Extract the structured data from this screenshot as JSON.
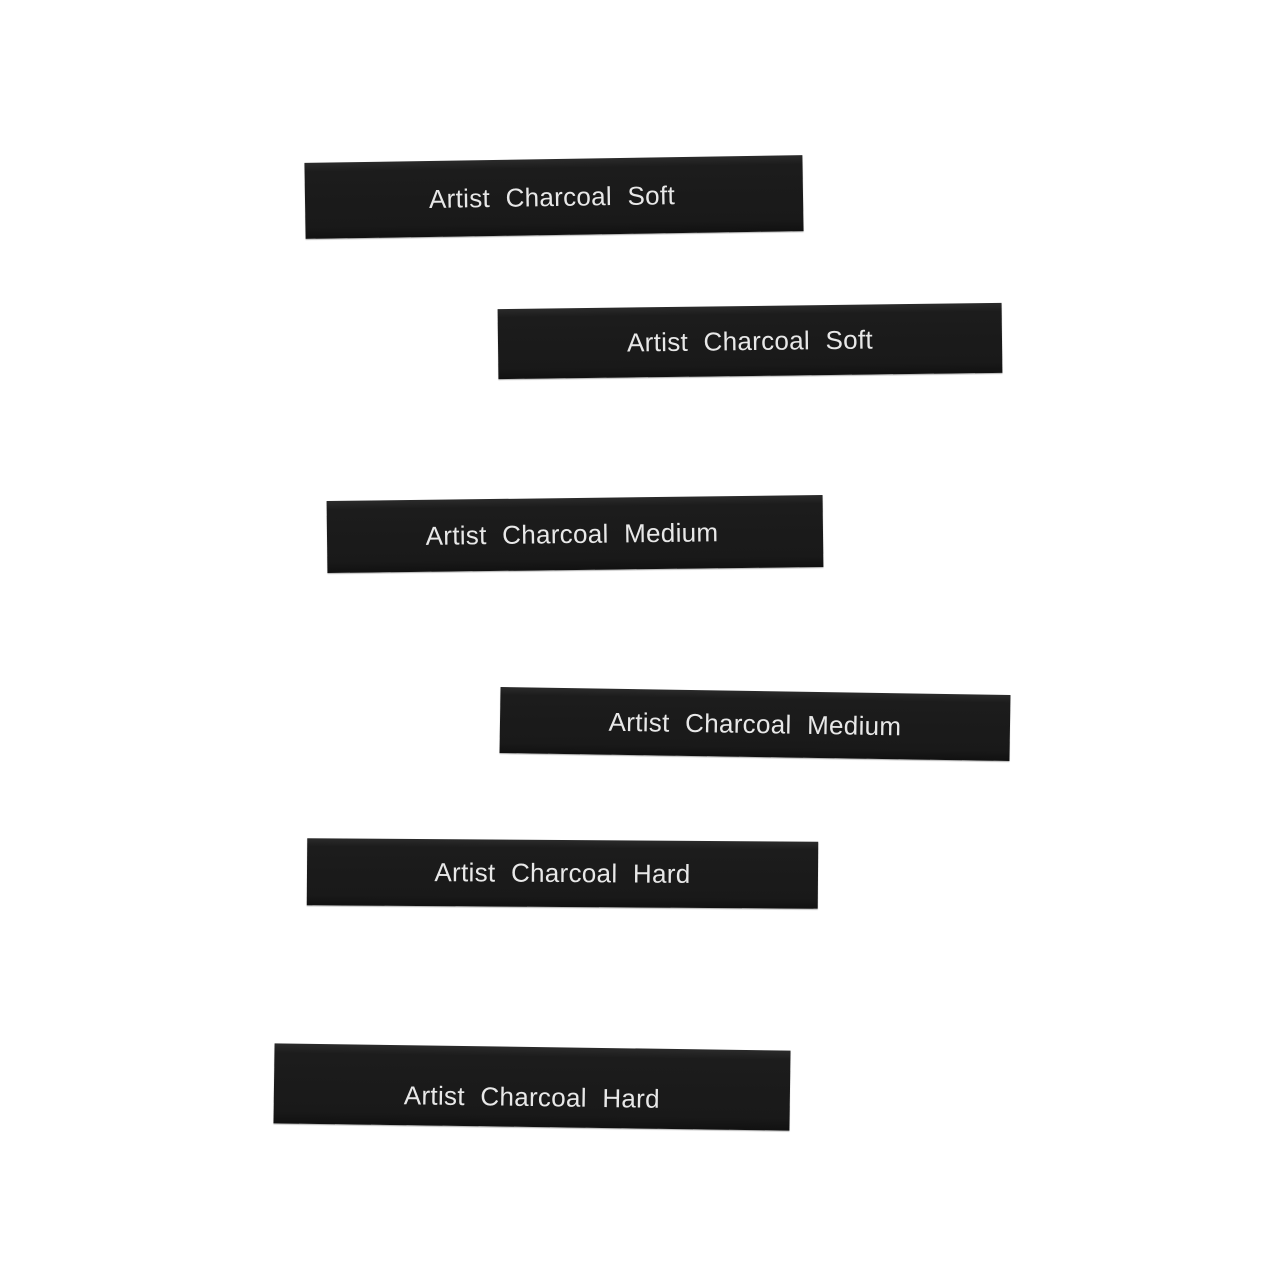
{
  "sticks": [
    {
      "label": "Artist Charcoal Soft"
    },
    {
      "label": "Artist Charcoal Soft"
    },
    {
      "label": "Artist Charcoal Medium"
    },
    {
      "label": "Artist Charcoal Medium"
    },
    {
      "label": "Artist Charcoal Hard"
    },
    {
      "label": "Artist Charcoal Hard"
    }
  ],
  "colors": {
    "background": "#ffffff",
    "stick": "#1c1c1c",
    "label": "#e8e8e8"
  }
}
